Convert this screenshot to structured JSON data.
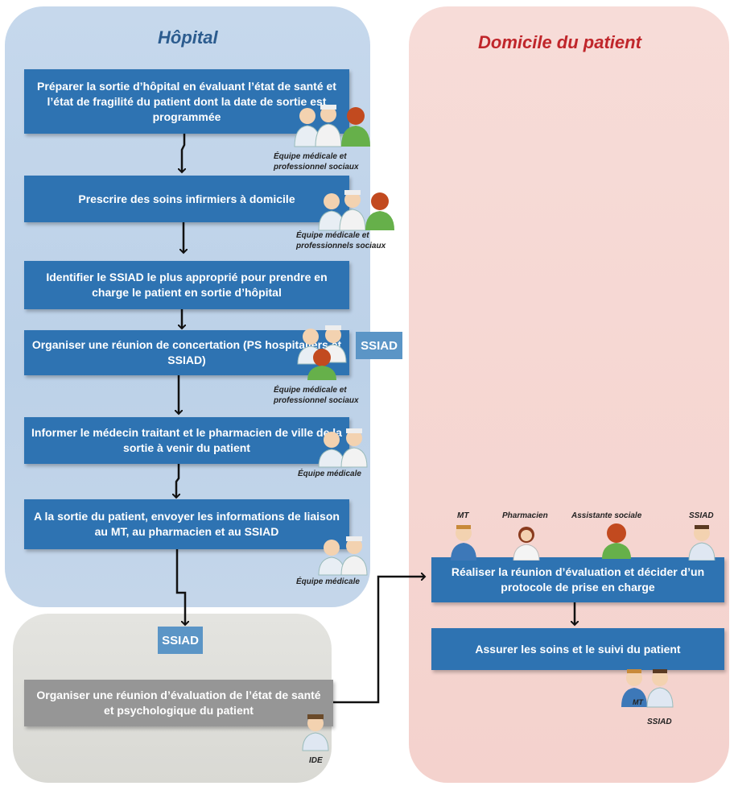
{
  "lanes": {
    "hopital": "Hôpital",
    "domicile": "Domicile du patient"
  },
  "steps": [
    "Préparer la sortie d’hôpital en évaluant l’état de santé et l’état de fragilité du patient dont la date de sortie est programmée",
    "Prescrire des soins infirmiers à domicile",
    "Identifier le SSIAD le plus approprié pour prendre en charge le patient en sortie d’hôpital",
    "Organiser une réunion de concertation (PS hospitaliers et SSIAD)",
    "Informer le médecin traitant et le pharmacien de ville de la sortie à venir du patient",
    "A la sortie du patient, envoyer les informations de liaison au MT, au pharmacien et au SSIAD"
  ],
  "ssiad_tag_1": "SSIAD",
  "ssiad_tag_2": "SSIAD",
  "ssiad_step": "Organiser une réunion d’évaluation de l’état de santé et psychologique du patient",
  "domicile_steps": [
    "Réaliser la réunion d’évaluation et décider d’un protocole de prise en charge",
    "Assurer les soins et le suivi du patient"
  ],
  "captions": {
    "c1": "Équipe médicale et professionnel sociaux",
    "c2": "Équipe médicale et professionnels sociaux",
    "c3": "Équipe médicale et professionnel sociaux",
    "c4": "Équipe médicale",
    "c5": "Équipe médicale",
    "ide": "IDE",
    "mt": "MT",
    "pharmacien": "Pharmacien",
    "assistante": "Assistante sociale",
    "ssiad_top": "SSIAD",
    "ssiad_bottom": "SSIAD",
    "mt_small": "MT"
  },
  "colors": {
    "step_box": "#2e73b2",
    "ssiad_box": "#969696",
    "tag": "#5b95c6",
    "title_hopital": "#2c5c8f",
    "title_domicile": "#c0262b"
  }
}
